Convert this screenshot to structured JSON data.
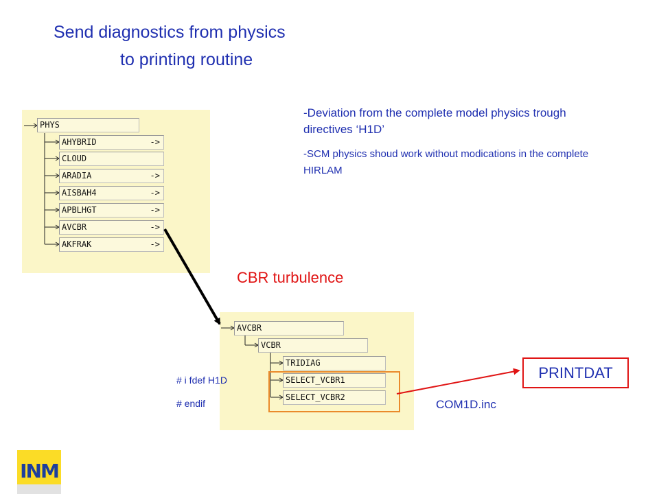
{
  "title": {
    "line1": "Send diagnostics from physics",
    "line2": "to printing routine"
  },
  "notes": {
    "line1": "-Deviation from the complete model physics trough directives ‘H1D’",
    "line2": "-SCM physics shoud work without modications in the complete HIRLAM"
  },
  "tree1": {
    "root": "PHYS",
    "items": [
      {
        "label": "AHYBRID",
        "arrow": "->"
      },
      {
        "label": "CLOUD",
        "arrow": ""
      },
      {
        "label": "ARADIA",
        "arrow": "->"
      },
      {
        "label": "AISBAH4",
        "arrow": "->"
      },
      {
        "label": "APBLHGT",
        "arrow": "->"
      },
      {
        "label": "AVCBR",
        "arrow": "->"
      },
      {
        "label": "AKFRAK",
        "arrow": "->"
      }
    ]
  },
  "cbr_label": "CBR turbulence",
  "tree2": {
    "root": "AVCBR",
    "child": "VCBR",
    "items": [
      "TRIDIAG",
      "SELECT_VCBR1",
      "SELECT_VCBR2"
    ]
  },
  "directives": {
    "ifdef": "# i fdef H1D",
    "endif": "# endif"
  },
  "printdat": "PRINTDAT",
  "com1d": "COM1D.inc",
  "logo": {
    "text": "INM"
  },
  "colors": {
    "title_blue": "#1f2fb0",
    "red": "#e01414",
    "panel": "#fbf6c8",
    "highlight_orange": "#ea8a2a"
  }
}
